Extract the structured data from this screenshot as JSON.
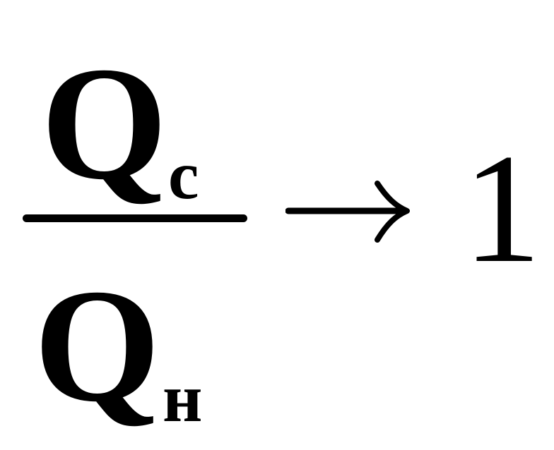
{
  "formula": {
    "numerator": {
      "symbol": "Q",
      "subscript": "c"
    },
    "denominator": {
      "symbol": "Q",
      "subscript": "н"
    },
    "relation_icon": "right-arrow-icon",
    "result": "1"
  }
}
